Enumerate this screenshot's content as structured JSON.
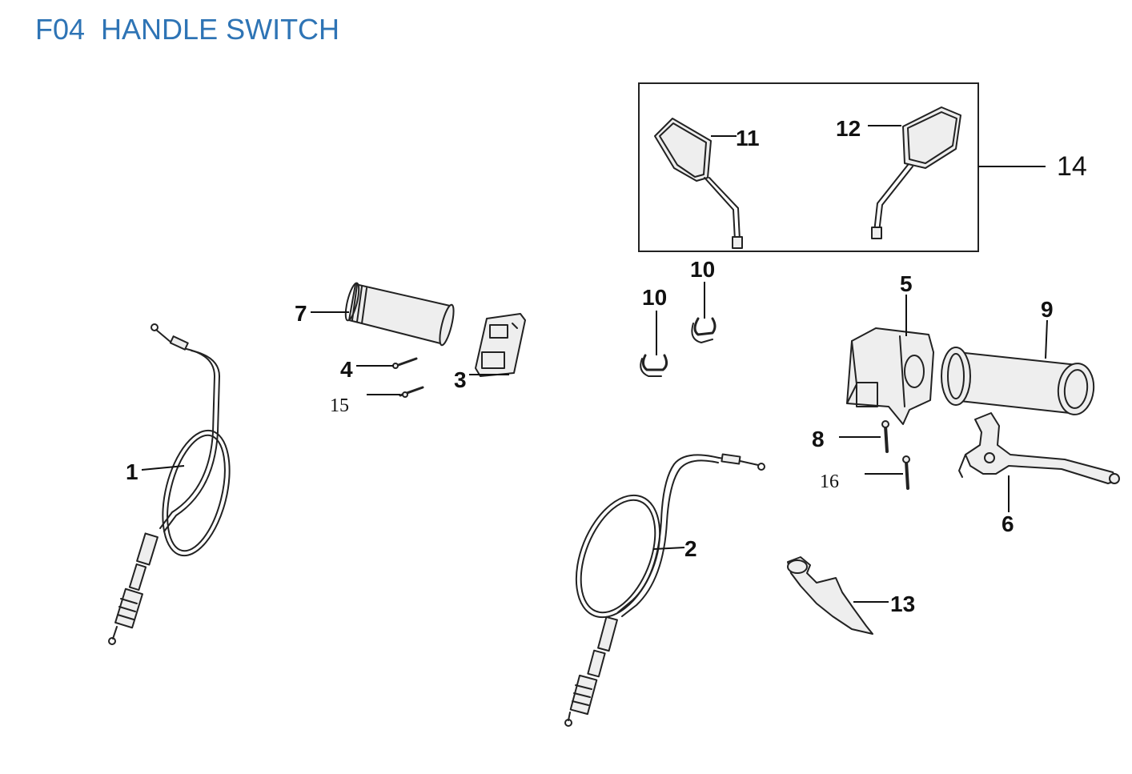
{
  "title": "F04  HANDLE SWITCH",
  "callouts": {
    "c1": "1",
    "c2": "2",
    "c3": "3",
    "c4": "4",
    "c5": "5",
    "c6": "6",
    "c7": "7",
    "c8": "8",
    "c9": "9",
    "c10a": "10",
    "c10b": "10",
    "c11": "11",
    "c12": "12",
    "c13": "13",
    "c14": "14",
    "c15": "15",
    "c16": "16"
  }
}
